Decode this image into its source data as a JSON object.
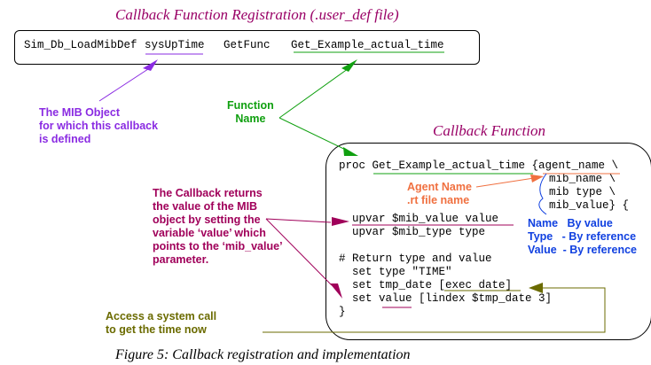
{
  "registration": {
    "title": "Callback Function Registration (.user_def file)",
    "tokens": [
      "Sim_Db_LoadMibDef",
      "sysUpTime",
      "GetFunc",
      "Get_Example_actual_time"
    ]
  },
  "callback": {
    "title": "Callback Function",
    "code": [
      "proc Get_Example_actual_time {agent_name \\",
      "mib_name   \\",
      "mib type   \\",
      "mib_value} {",
      "upvar $mib_value value",
      "upvar $mib_type type",
      "# Return type and value",
      "set type \"TIME\"",
      "set tmp_date [exec date]",
      "set value [lindex $tmp_date 3]",
      "}"
    ]
  },
  "annotations": {
    "mib_object": "The MIB Object\nfor which this callback\nis defined",
    "function_name": "Function\nName",
    "agent_name": "Agent Name\n.rt file name",
    "callback_returns": "The Callback returns\nthe value of the MIB\nobject by setting the\nvariable ‘value’ which\npoints to the ‘mib_value’\nparameter.",
    "passing": [
      "Name   By value",
      "Type   - By reference",
      "Value  - By reference"
    ],
    "system_call": "Access a system call\nto get the time now"
  },
  "caption": "Figure 5: Callback registration and implementation",
  "colors": {
    "title": "#990066",
    "mib_object": "#8a2be2",
    "function_name": "#10a010",
    "agent_name": "#f07040",
    "passing": "#1040e0",
    "callback_returns": "#a0005a",
    "system_call": "#6b6b00"
  }
}
